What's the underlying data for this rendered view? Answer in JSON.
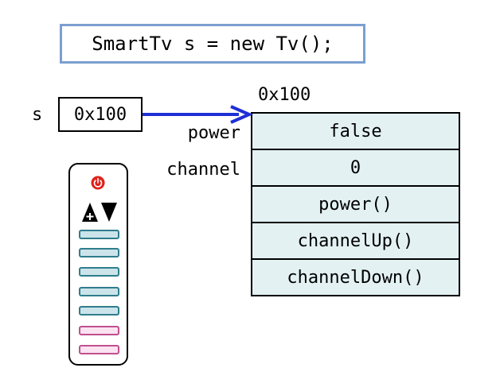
{
  "code": {
    "statement": "SmartTv s = new Tv();"
  },
  "reference": {
    "name": "s",
    "value": "0x100"
  },
  "object": {
    "address": "0x100",
    "fields": [
      {
        "label": "power",
        "value": "false"
      },
      {
        "label": "channel",
        "value": "0"
      }
    ],
    "methods": [
      "power()",
      "channelUp()",
      "channelDown()"
    ]
  },
  "remote": {
    "icons": [
      "power-icon",
      "channel-up-icon",
      "channel-down-icon"
    ],
    "buttons": [
      {
        "kind": "blue"
      },
      {
        "kind": "blue"
      },
      {
        "kind": "blue"
      },
      {
        "kind": "blue"
      },
      {
        "kind": "blue"
      },
      {
        "kind": "pink"
      },
      {
        "kind": "pink"
      }
    ]
  },
  "colors": {
    "code_border": "#7b9fd0",
    "arrow": "#1f2fd6",
    "cell_fill": "#e3f1f3",
    "power_icon": "#e0201a",
    "button_blue_border": "#2f7d8c",
    "button_pink_border": "#c0508f"
  }
}
